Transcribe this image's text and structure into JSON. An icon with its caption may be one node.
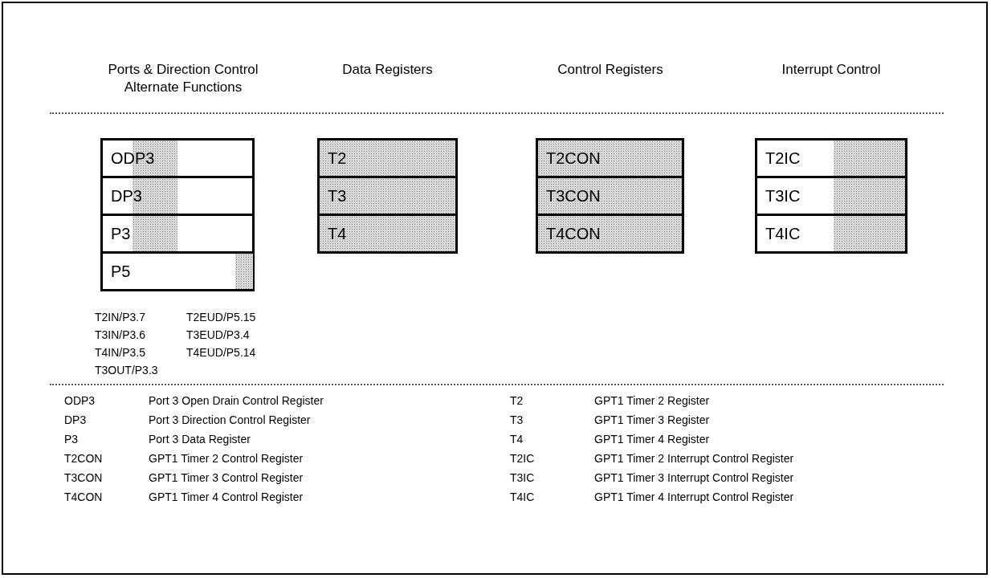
{
  "diagram": {
    "nodes": [
      {
        "text": [
          "ODP3"
        ]
      },
      {
        "text": [
          "DP3"
        ]
      },
      {
        "text": [
          "P3"
        ]
      },
      {
        "text": [
          "P5"
        ]
      },
      {
        "text": [
          "T2"
        ]
      },
      {
        "text": [
          "T3"
        ]
      },
      {
        "text": [
          "T4"
        ]
      },
      {
        "text": [
          "T2CON"
        ]
      },
      {
        "text": [
          "T3CON"
        ]
      },
      {
        "text": [
          "T4CON"
        ]
      },
      {
        "text": [
          "T2IC"
        ]
      },
      {
        "text": [
          "T3IC"
        ]
      },
      {
        "text": [
          "T4IC"
        ]
      }
    ],
    "edges": [],
    "labels": [
      "Ports & Direction Control Alternate Functions",
      "Data Registers",
      "Control Registers",
      "Interrupt Control",
      "T2IN/P3.7",
      "T2EUD/P5.15",
      "T3IN/P3.6",
      "T3EUD/P3.4",
      "T4IN/P3.5",
      "T4EUD/P5.14",
      "T3OUT/P3.3",
      "ODP3",
      "Port 3 Open Drain Control Register",
      "T2",
      "GPT1 Timer 2 Register",
      "DP3",
      "Port 3 Direction Control Register",
      "T3",
      "GPT1 Timer 3 Register",
      "P3",
      "Port 3 Data Register",
      "T4",
      "GPT1 Timer 4 Register",
      "T2CON",
      "GPT1 Timer 2 Control Register",
      "T2IC",
      "GPT1 Timer 2 Interrupt Control Register",
      "T3CON",
      "GPT1 Timer 3 Control Register",
      "T3IC",
      "GPT1 Timer 3 Interrupt Control Register",
      "T4CON",
      "GPT1 Timer 4 Control Register",
      "T4IC",
      "GPT1 Timer 4 Interrupt Control Register"
    ]
  }
}
